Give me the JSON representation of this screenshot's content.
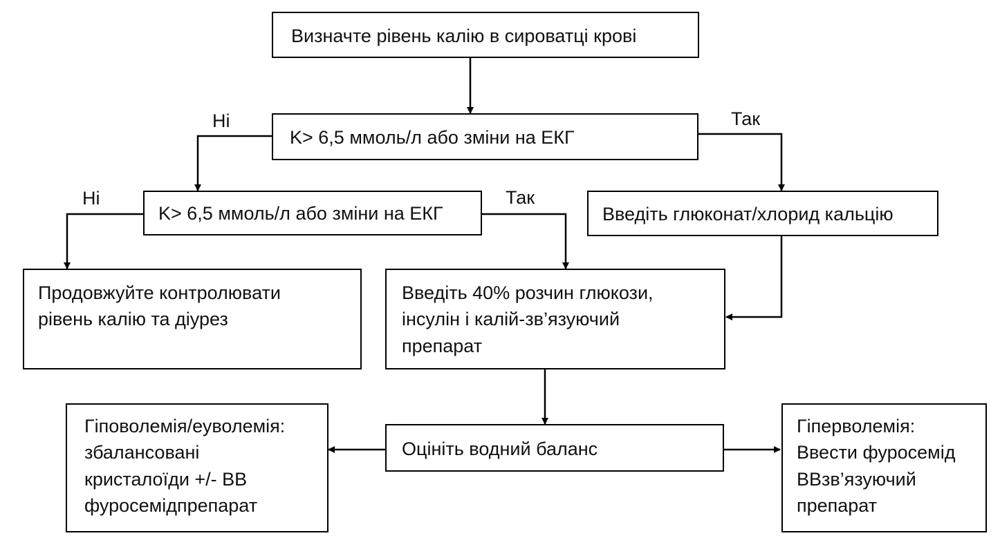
{
  "diagram": {
    "nodes": {
      "measure_potassium": {
        "lines": [
          "Визначте рівень калію в сироватці крові"
        ]
      },
      "check_1": {
        "lines": [
          "K> 6,5 ммоль/л або зміни на ЕКГ"
        ]
      },
      "check_2": {
        "lines": [
          "K> 6,5 ммоль/л або зміни на ЕКГ"
        ]
      },
      "calcium": {
        "lines": [
          "Введіть глюконат/хлорид кальцію"
        ]
      },
      "monitor": {
        "lines": [
          "Продовжуйте контролювати",
          "рівень калію та діурез"
        ]
      },
      "glucose_insulin": {
        "lines": [
          "Введіть 40% розчин глюкози,",
          "інсулін і калій-зв’язуючий",
          "препарат"
        ]
      },
      "fluid_balance": {
        "lines": [
          "Оцініть водний баланс"
        ]
      },
      "hypovolemia": {
        "lines": [
          "Гіповолемія/еуволемія:",
          "збалансовані",
          "кристалоїди +/- ВВ",
          "фуросемідпрепарат"
        ]
      },
      "hypervolemia": {
        "lines": [
          "Гіперволемія:",
          "Ввести фуросемід",
          "ВВзв’язуючий",
          "препарат"
        ]
      }
    },
    "edge_labels": {
      "check1_no": "Ні",
      "check1_yes": "Так",
      "check2_no": "Ні",
      "check2_yes": "Так"
    }
  }
}
